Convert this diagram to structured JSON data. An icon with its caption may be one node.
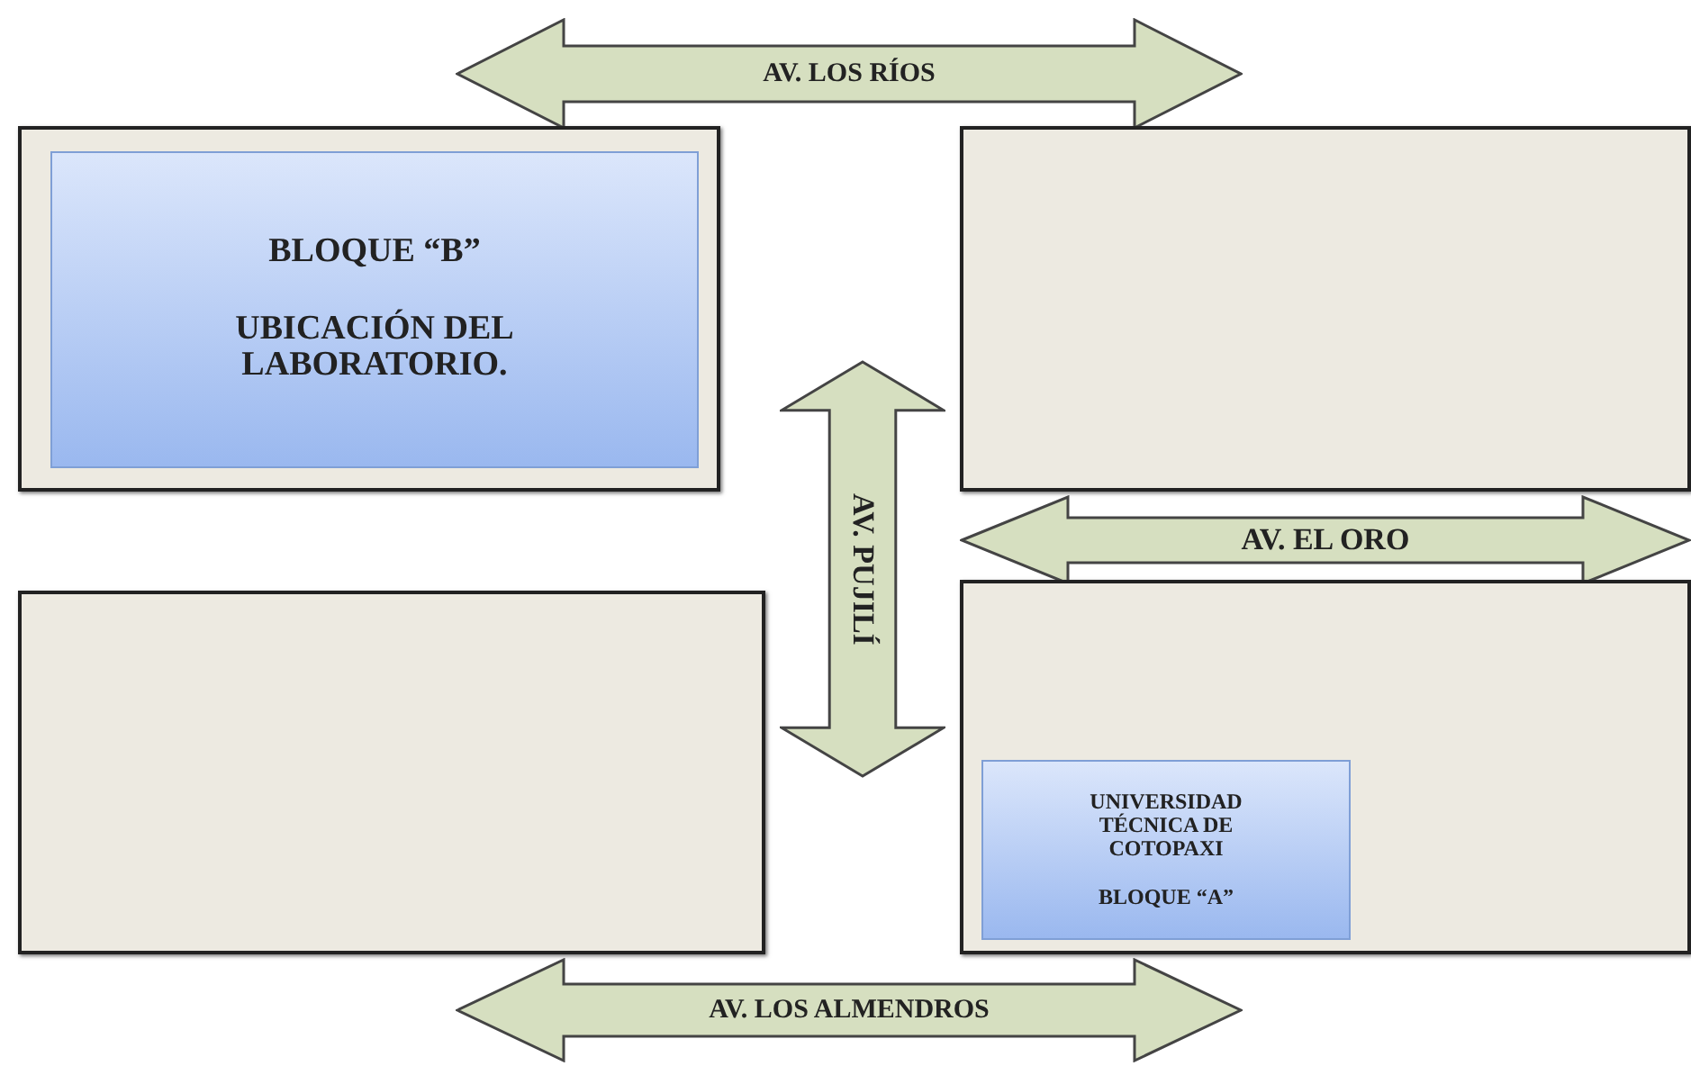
{
  "diagram": {
    "nodes": [
      {
        "text": [
          "AV. LOS RÍOS"
        ]
      },
      {
        "text": [],
        "shape": "box"
      },
      {
        "text": [
          "BLOQUE “B”",
          "UBICACIÓN DEL LABORATORIO."
        ],
        "in": 1
      },
      {
        "text": [],
        "shape": "box"
      },
      {
        "text": [
          "AV. PUJILÍ"
        ]
      },
      {
        "text": [
          "AV. EL ORO"
        ]
      },
      {
        "text": [],
        "shape": "box"
      },
      {
        "text": [],
        "shape": "box"
      },
      {
        "text": [
          "UNIVERSIDAD TÉCNICA DE COTOPAXI",
          "BLOQUE “A”"
        ],
        "in": 7
      },
      {
        "text": [
          "AV. LOS ALMENDROS"
        ]
      }
    ],
    "edges": []
  }
}
